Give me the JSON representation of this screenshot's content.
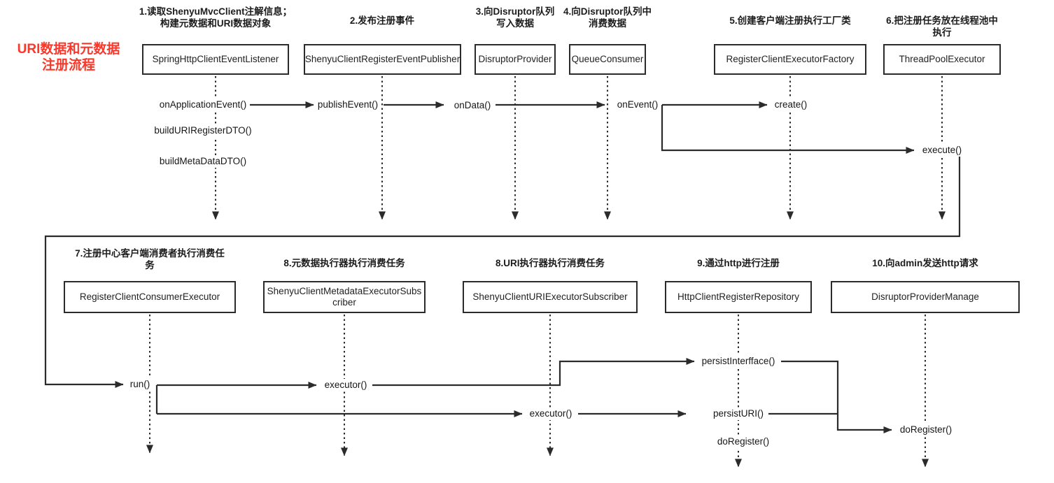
{
  "diagram_title": "URI数据和元数据\n注册流程",
  "colors": {
    "accent_red": "#f8382b",
    "line": "#2b2b2b",
    "background": "#ffffff",
    "box_border": "#2b2b2b"
  },
  "participants": [
    {
      "note": "1.读取ShenyuMvcClient注解信息；\n构建元数据和URI数据对象",
      "class_name": "SpringHttpClientEventListener"
    },
    {
      "note": "2.发布注册事件",
      "class_name": "ShenyuClientRegisterEventPublisher"
    },
    {
      "note": "3.向Disruptor队列\n写入数据",
      "class_name": "DisruptorProvider"
    },
    {
      "note": "4.向Disruptor队列中\n消费数据",
      "class_name": "QueueConsumer"
    },
    {
      "note": "5.创建客户端注册执行工厂类",
      "class_name": "RegisterClientExecutorFactory"
    },
    {
      "note": "6.把注册任务放在线程池中执行",
      "class_name": "ThreadPoolExecutor"
    },
    {
      "note": "7.注册中心客户端消费者执行消费任\n务",
      "class_name": "RegisterClientConsumerExecutor"
    },
    {
      "note": "8.元数据执行器执行消费任务",
      "class_name": "ShenyuClientMetadataExecutorSubs\ncriber"
    },
    {
      "note": "8.URI执行器执行消费任务",
      "class_name": "ShenyuClientURIExecutorSubscriber"
    },
    {
      "note": "9.通过http进行注册",
      "class_name": "HttpClientRegisterRepository"
    },
    {
      "note": "10.向admin发送http请求",
      "class_name": "DisruptorProviderManage"
    }
  ],
  "messages": {
    "onApplicationEvent": "onApplicationEvent()",
    "buildURIRegisterDTO": "buildURIRegisterDTO()",
    "buildMetaDataDTO": "buildMetaDataDTO()",
    "publishEvent": "publishEvent()",
    "onData": "onData()",
    "onEvent": "onEvent()",
    "create": "create()",
    "execute": "execute()",
    "run": "run()",
    "executorMetadata": "executor()",
    "executorUri": "executor()",
    "persistInterfface": "persistInterfface()",
    "persistURI": "persistURI()",
    "doRegisterSelf": "doRegister()",
    "doRegisterManage": "doRegister()"
  }
}
